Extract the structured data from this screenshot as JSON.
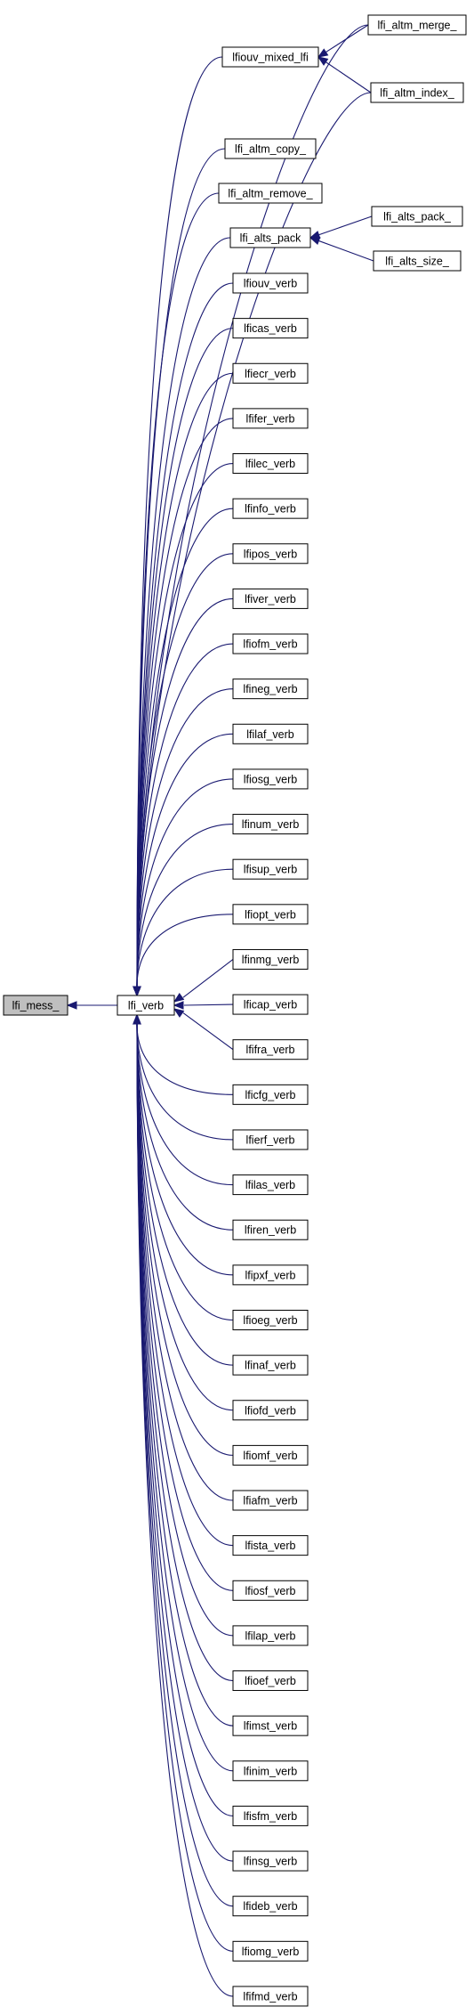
{
  "graph": {
    "nodes": [
      {
        "id": "lfi_mess",
        "label": "lfi_mess_",
        "highlight": true
      },
      {
        "id": "lfi_verb",
        "label": "lfi_verb"
      },
      {
        "id": "lfiouv_mixed_lfi",
        "label": "lfiouv_mixed_lfi"
      },
      {
        "id": "lfi_altm_merge",
        "label": "lfi_altm_merge_"
      },
      {
        "id": "lfi_altm_index",
        "label": "lfi_altm_index_"
      },
      {
        "id": "lfi_altm_copy",
        "label": "lfi_altm_copy_"
      },
      {
        "id": "lfi_altm_remove",
        "label": "lfi_altm_remove_"
      },
      {
        "id": "lfi_alts_pack",
        "label": "lfi_alts_pack"
      },
      {
        "id": "lfi_alts_pack_",
        "label": "lfi_alts_pack_"
      },
      {
        "id": "lfi_alts_size",
        "label": "lfi_alts_size_"
      },
      {
        "id": "lfiouv_verb",
        "label": "lfiouv_verb"
      },
      {
        "id": "lficas_verb",
        "label": "lficas_verb"
      },
      {
        "id": "lfiecr_verb",
        "label": "lfiecr_verb"
      },
      {
        "id": "lfifer_verb",
        "label": "lfifer_verb"
      },
      {
        "id": "lfilec_verb",
        "label": "lfilec_verb"
      },
      {
        "id": "lfinfo_verb",
        "label": "lfinfo_verb"
      },
      {
        "id": "lfipos_verb",
        "label": "lfipos_verb"
      },
      {
        "id": "lfiver_verb",
        "label": "lfiver_verb"
      },
      {
        "id": "lfiofm_verb",
        "label": "lfiofm_verb"
      },
      {
        "id": "lfineg_verb",
        "label": "lfineg_verb"
      },
      {
        "id": "lfilaf_verb",
        "label": "lfilaf_verb"
      },
      {
        "id": "lfiosg_verb",
        "label": "lfiosg_verb"
      },
      {
        "id": "lfinum_verb",
        "label": "lfinum_verb"
      },
      {
        "id": "lfisup_verb",
        "label": "lfisup_verb"
      },
      {
        "id": "lfiopt_verb",
        "label": "lfiopt_verb"
      },
      {
        "id": "lfinmg_verb",
        "label": "lfinmg_verb"
      },
      {
        "id": "lficap_verb",
        "label": "lficap_verb"
      },
      {
        "id": "lfifra_verb",
        "label": "lfifra_verb"
      },
      {
        "id": "lficfg_verb",
        "label": "lficfg_verb"
      },
      {
        "id": "lfierf_verb",
        "label": "lfierf_verb"
      },
      {
        "id": "lfilas_verb",
        "label": "lfilas_verb"
      },
      {
        "id": "lfiren_verb",
        "label": "lfiren_verb"
      },
      {
        "id": "lfipxf_verb",
        "label": "lfipxf_verb"
      },
      {
        "id": "lfioeg_verb",
        "label": "lfioeg_verb"
      },
      {
        "id": "lfinaf_verb",
        "label": "lfinaf_verb"
      },
      {
        "id": "lfiofd_verb",
        "label": "lfiofd_verb"
      },
      {
        "id": "lfiomf_verb",
        "label": "lfiomf_verb"
      },
      {
        "id": "lfiafm_verb",
        "label": "lfiafm_verb"
      },
      {
        "id": "lfista_verb",
        "label": "lfista_verb"
      },
      {
        "id": "lfiosf_verb",
        "label": "lfiosf_verb"
      },
      {
        "id": "lfilap_verb",
        "label": "lfilap_verb"
      },
      {
        "id": "lfioef_verb",
        "label": "lfioef_verb"
      },
      {
        "id": "lfimst_verb",
        "label": "lfimst_verb"
      },
      {
        "id": "lfinim_verb",
        "label": "lfinim_verb"
      },
      {
        "id": "lfisfm_verb",
        "label": "lfisfm_verb"
      },
      {
        "id": "lfinsg_verb",
        "label": "lfinsg_verb"
      },
      {
        "id": "lfideb_verb",
        "label": "lfideb_verb"
      },
      {
        "id": "lfiomg_verb",
        "label": "lfiomg_verb"
      },
      {
        "id": "lfifmd_verb",
        "label": "lfifmd_verb"
      }
    ],
    "edges": [
      {
        "from": "lfi_verb",
        "to": "lfi_mess"
      },
      {
        "from": "lfi_altm_merge",
        "to": "lfi_verb"
      },
      {
        "from": "lfiouv_mixed_lfi",
        "to": "lfi_verb"
      },
      {
        "from": "lfi_altm_index",
        "to": "lfi_verb"
      },
      {
        "from": "lfi_altm_merge",
        "to": "lfiouv_mixed_lfi"
      },
      {
        "from": "lfi_altm_index",
        "to": "lfiouv_mixed_lfi"
      },
      {
        "from": "lfi_altm_copy",
        "to": "lfi_verb"
      },
      {
        "from": "lfi_altm_remove",
        "to": "lfi_verb"
      },
      {
        "from": "lfi_alts_pack",
        "to": "lfi_verb"
      },
      {
        "from": "lfi_alts_pack_",
        "to": "lfi_alts_pack"
      },
      {
        "from": "lfi_alts_size",
        "to": "lfi_alts_pack"
      },
      {
        "from": "lfiouv_verb",
        "to": "lfi_verb"
      },
      {
        "from": "lficas_verb",
        "to": "lfi_verb"
      },
      {
        "from": "lfiecr_verb",
        "to": "lfi_verb"
      },
      {
        "from": "lfifer_verb",
        "to": "lfi_verb"
      },
      {
        "from": "lfilec_verb",
        "to": "lfi_verb"
      },
      {
        "from": "lfinfo_verb",
        "to": "lfi_verb"
      },
      {
        "from": "lfipos_verb",
        "to": "lfi_verb"
      },
      {
        "from": "lfiver_verb",
        "to": "lfi_verb"
      },
      {
        "from": "lfiofm_verb",
        "to": "lfi_verb"
      },
      {
        "from": "lfineg_verb",
        "to": "lfi_verb"
      },
      {
        "from": "lfilaf_verb",
        "to": "lfi_verb"
      },
      {
        "from": "lfiosg_verb",
        "to": "lfi_verb"
      },
      {
        "from": "lfinum_verb",
        "to": "lfi_verb"
      },
      {
        "from": "lfisup_verb",
        "to": "lfi_verb"
      },
      {
        "from": "lfiopt_verb",
        "to": "lfi_verb"
      },
      {
        "from": "lfinmg_verb",
        "to": "lfi_verb"
      },
      {
        "from": "lficap_verb",
        "to": "lfi_verb"
      },
      {
        "from": "lfifra_verb",
        "to": "lfi_verb"
      },
      {
        "from": "lficfg_verb",
        "to": "lfi_verb"
      },
      {
        "from": "lfierf_verb",
        "to": "lfi_verb"
      },
      {
        "from": "lfilas_verb",
        "to": "lfi_verb"
      },
      {
        "from": "lfiren_verb",
        "to": "lfi_verb"
      },
      {
        "from": "lfipxf_verb",
        "to": "lfi_verb"
      },
      {
        "from": "lfioeg_verb",
        "to": "lfi_verb"
      },
      {
        "from": "lfinaf_verb",
        "to": "lfi_verb"
      },
      {
        "from": "lfiofd_verb",
        "to": "lfi_verb"
      },
      {
        "from": "lfiomf_verb",
        "to": "lfi_verb"
      },
      {
        "from": "lfiafm_verb",
        "to": "lfi_verb"
      },
      {
        "from": "lfista_verb",
        "to": "lfi_verb"
      },
      {
        "from": "lfiosf_verb",
        "to": "lfi_verb"
      },
      {
        "from": "lfilap_verb",
        "to": "lfi_verb"
      },
      {
        "from": "lfioef_verb",
        "to": "lfi_verb"
      },
      {
        "from": "lfimst_verb",
        "to": "lfi_verb"
      },
      {
        "from": "lfinim_verb",
        "to": "lfi_verb"
      },
      {
        "from": "lfisfm_verb",
        "to": "lfi_verb"
      },
      {
        "from": "lfinsg_verb",
        "to": "lfi_verb"
      },
      {
        "from": "lfideb_verb",
        "to": "lfi_verb"
      },
      {
        "from": "lfiomg_verb",
        "to": "lfi_verb"
      },
      {
        "from": "lfifmd_verb",
        "to": "lfi_verb"
      }
    ]
  },
  "colors": {
    "edge": "#191970",
    "node_border": "#000000",
    "node_fill": "#ffffff",
    "highlight_fill": "#bfbfbf"
  }
}
